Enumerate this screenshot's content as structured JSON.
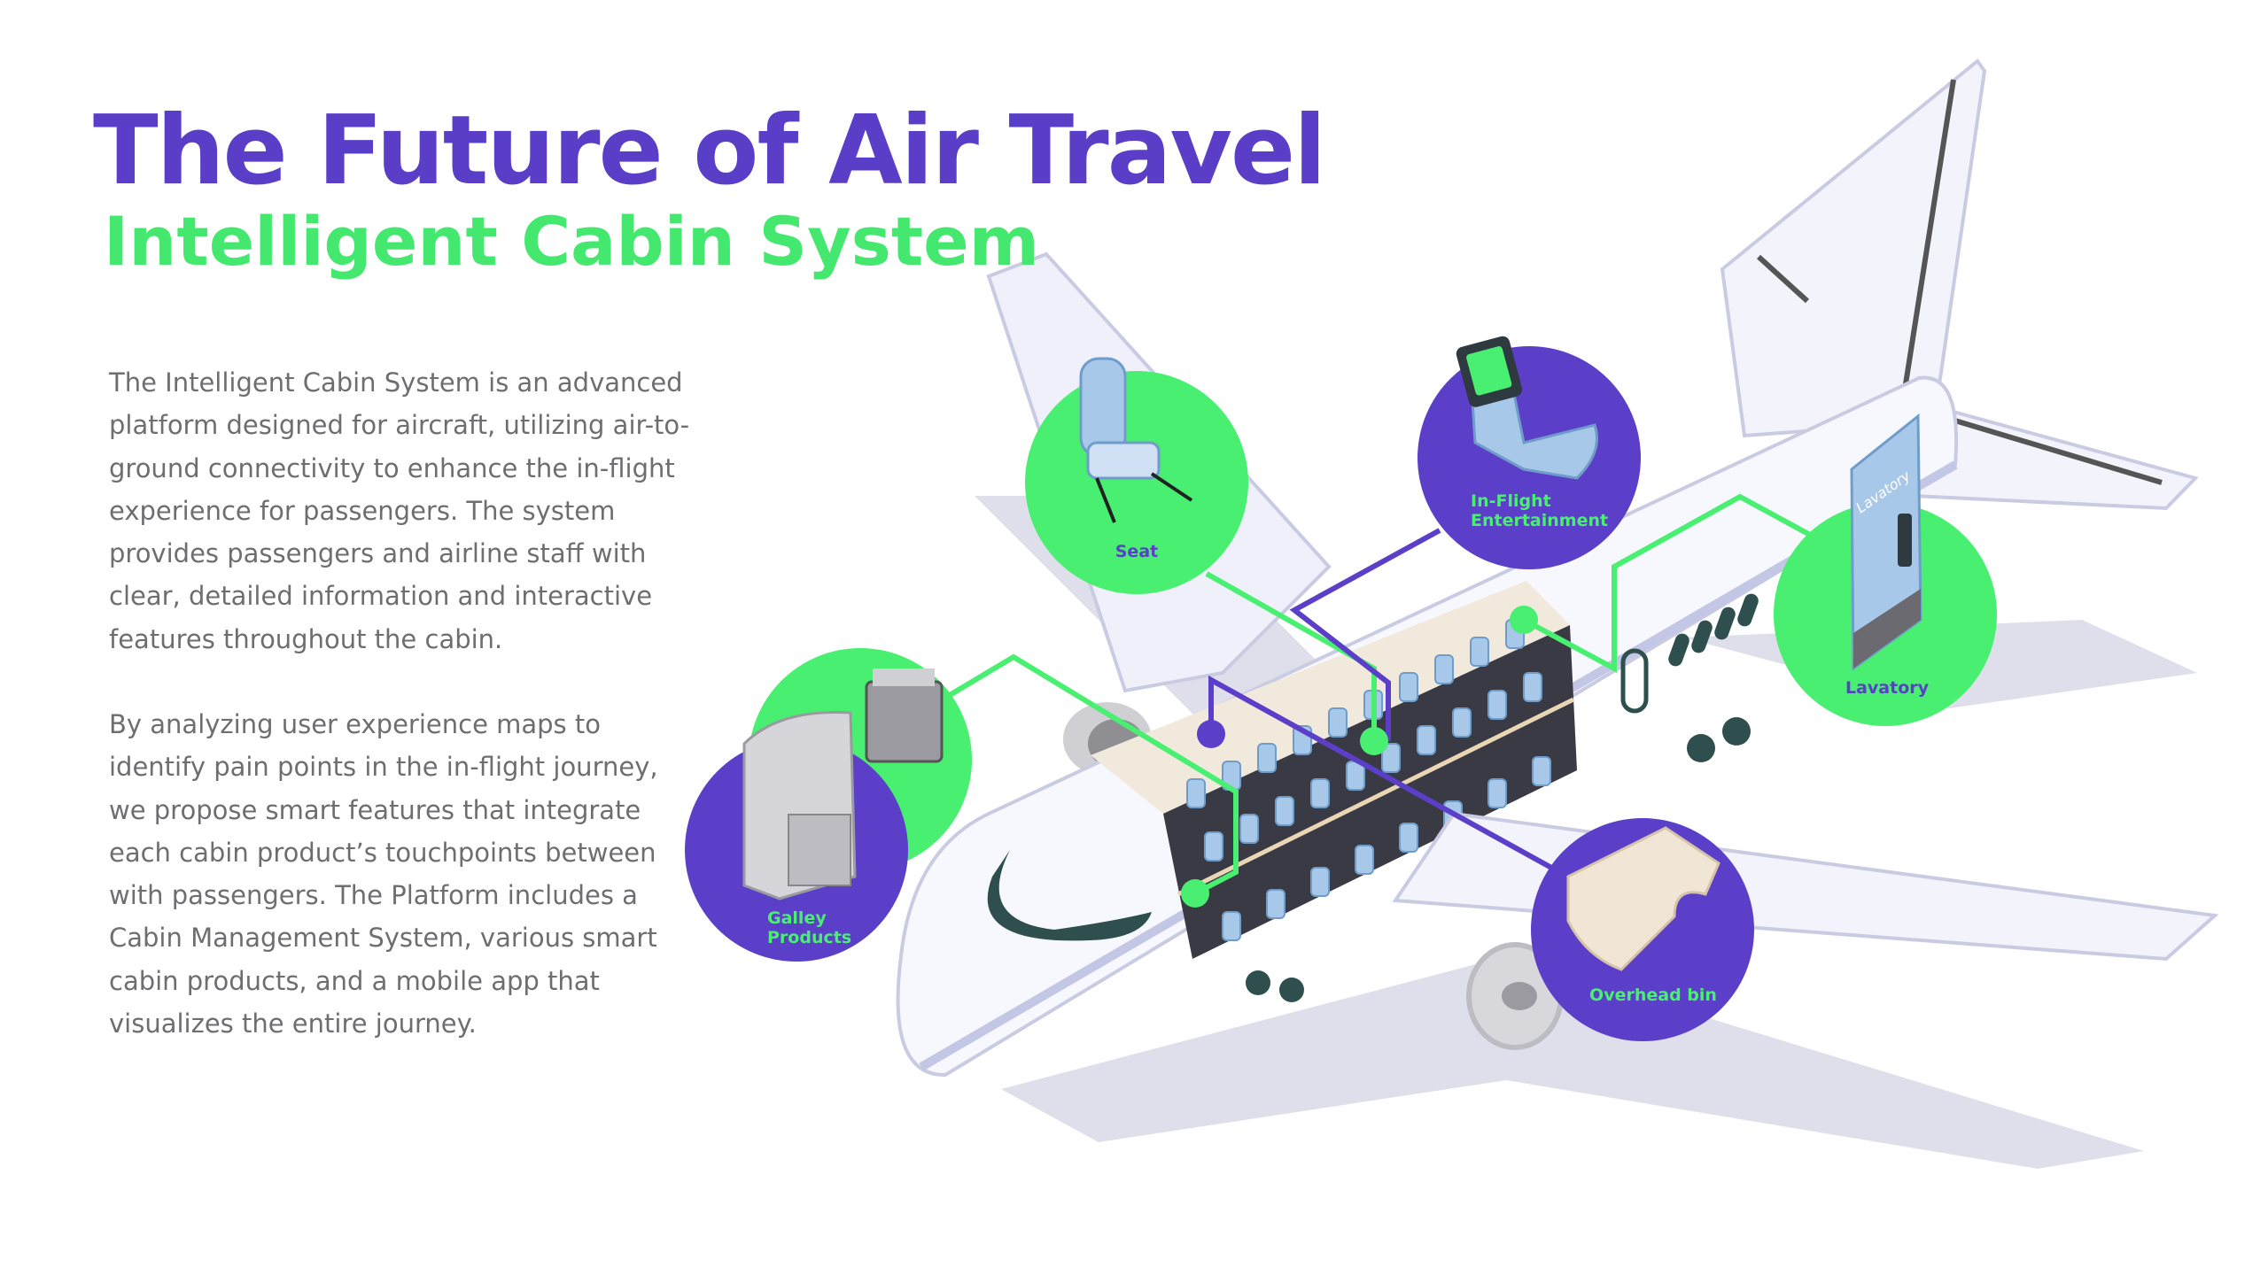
{
  "header": {
    "title": "The Future of Air Travel",
    "subtitle": "Intelligent Cabin System"
  },
  "description": {
    "paragraphs": [
      "The Intelligent Cabin System is an advanced platform designed for aircraft, utilizing air-to-ground connectivity to enhance the in-flight experience for passengers. The system provides passengers and airline staff with clear, detailed information and interactive features throughout the cabin.",
      "By analyzing user experience maps to identify pain points in the in-flight journey, we propose smart features that integrate each cabin product’s touchpoints between with passengers. The Platform includes a Cabin Management System, various smart cabin products, and a mobile app that visualizes the entire journey."
    ]
  },
  "diagram": {
    "callouts": {
      "seat": {
        "label": "Seat"
      },
      "ife": {
        "label_line1": "In-Flight",
        "label_line2": "Entertainment"
      },
      "lavatory": {
        "label": "Lavatory",
        "door_text": "Lavatory"
      },
      "overhead_bin": {
        "label": "Overhead bin"
      },
      "galley": {
        "label_line1": "Galley",
        "label_line2": "Products"
      }
    }
  },
  "colors": {
    "purple": "#5b3fc8",
    "green": "#48ef71",
    "body_text": "#6e6e70",
    "plane_shadow": "#dcdde9"
  }
}
